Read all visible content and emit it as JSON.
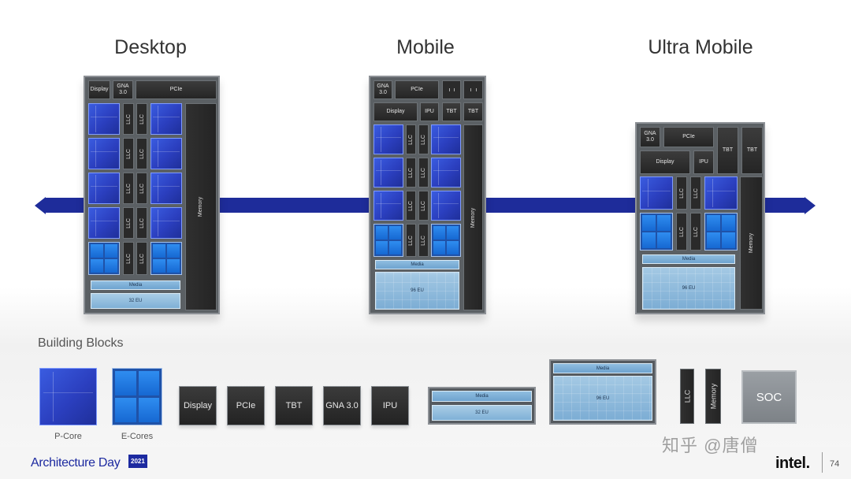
{
  "columns": {
    "desktop": "Desktop",
    "mobile": "Mobile",
    "ultra_mobile": "Ultra Mobile"
  },
  "blocks": {
    "display": "Display",
    "gna": "GNA\n3.0",
    "pcie": "PCIe",
    "ipu": "IPU",
    "tbt": "TBT",
    "llc": "LLC",
    "media": "Media",
    "eu32": "32 EU",
    "eu96": "96 EU",
    "memory": "Memory"
  },
  "building_blocks": {
    "title": "Building Blocks",
    "p_core": "P-Core",
    "e_cores": "E-Cores",
    "display": "Display",
    "pcie": "PCIe",
    "tbt": "TBT",
    "gna": "GNA 3.0",
    "ipu": "IPU",
    "media": "Media",
    "eu32": "32 EU",
    "eu96": "96 EU",
    "llc": "LLC",
    "memory": "Memory",
    "soc": "SOC"
  },
  "footer": {
    "event": "Architecture Day",
    "year": "2021",
    "brand": "intel.",
    "page": "74",
    "watermark": "知乎 @唐僧"
  },
  "colors": {
    "arrow": "#1e2c9a",
    "p_core": "#2b3fbf",
    "e_core": "#1668d2",
    "graphics": "#7fb0d6",
    "brand": "#1d2aa0"
  }
}
